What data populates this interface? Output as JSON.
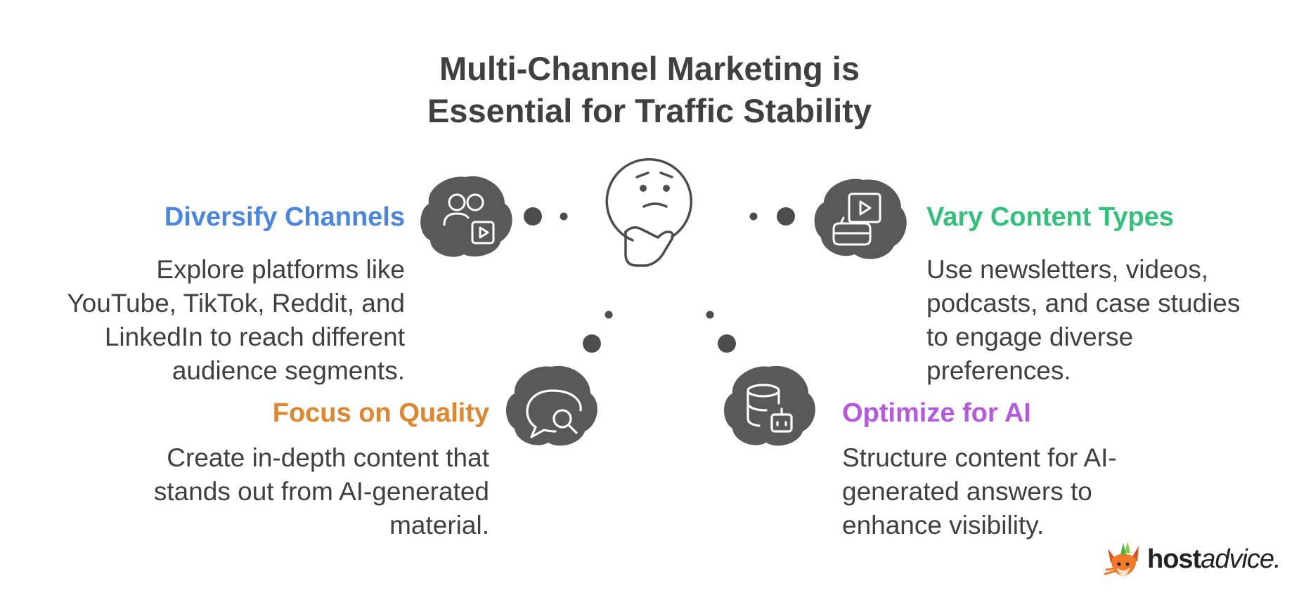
{
  "title": {
    "line1": "Multi-Channel Marketing is",
    "line2": "Essential for Traffic Stability"
  },
  "items": [
    {
      "heading": "Diversify Channels",
      "color": "#4a86e0",
      "icon": "users-video-icon",
      "lines": [
        "Explore platforms like",
        "YouTube, TikTok, Reddit, and",
        "LinkedIn to reach different",
        "audience segments."
      ]
    },
    {
      "heading": "Vary Content Types",
      "color": "#33c07a",
      "icon": "video-stack-icon",
      "lines": [
        "Use newsletters, videos,",
        "podcasts, and case studies",
        "to engage diverse",
        "preferences."
      ]
    },
    {
      "heading": "Focus on Quality",
      "color": "#e0862f",
      "icon": "chat-search-icon",
      "lines": [
        "Create in-depth content that",
        "stands out from AI-generated",
        "material."
      ]
    },
    {
      "heading": "Optimize for AI",
      "color": "#b45ae0",
      "icon": "database-bot-icon",
      "lines": [
        "Structure content for AI-",
        "generated answers to",
        "enhance visibility."
      ]
    }
  ],
  "center_icon": "thinking-face-icon",
  "logo": {
    "bold": "host",
    "italic": "advice.",
    "icon": "fox-mascot-icon"
  }
}
